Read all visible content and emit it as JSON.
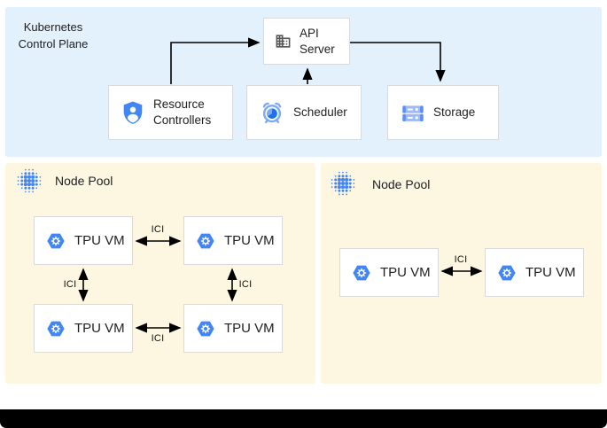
{
  "control_plane": {
    "title": "Kubernetes Control Plane",
    "api_server": {
      "label": "API Server",
      "icon": "building-icon"
    },
    "resource_controllers": {
      "label": "Resource Controllers",
      "icon": "shield-user-icon"
    },
    "scheduler": {
      "label": "Scheduler",
      "icon": "alarm-clock-icon"
    },
    "storage": {
      "label": "Storage",
      "icon": "storage-disks-icon"
    },
    "edges": [
      {
        "from": "resource_controllers",
        "to": "api_server"
      },
      {
        "from": "scheduler",
        "to": "api_server"
      },
      {
        "from": "api_server",
        "to": "storage"
      }
    ]
  },
  "node_pools": [
    {
      "label": "Node Pool",
      "icon": "dot-cluster-icon",
      "vms": [
        {
          "label": "TPU VM",
          "icon": "hexagon-gear-icon"
        },
        {
          "label": "TPU VM",
          "icon": "hexagon-gear-icon"
        },
        {
          "label": "TPU VM",
          "icon": "hexagon-gear-icon"
        },
        {
          "label": "TPU VM",
          "icon": "hexagon-gear-icon"
        }
      ],
      "links": [
        {
          "label": "ICI",
          "orientation": "horizontal-top"
        },
        {
          "label": "ICI",
          "orientation": "vertical-left"
        },
        {
          "label": "ICI",
          "orientation": "vertical-right"
        },
        {
          "label": "ICI",
          "orientation": "horizontal-bottom"
        }
      ]
    },
    {
      "label": "Node Pool",
      "icon": "dot-cluster-icon",
      "vms": [
        {
          "label": "TPU VM",
          "icon": "hexagon-gear-icon"
        },
        {
          "label": "TPU VM",
          "icon": "hexagon-gear-icon"
        }
      ],
      "links": [
        {
          "label": "ICI",
          "orientation": "horizontal"
        }
      ]
    }
  ],
  "colors": {
    "control_plane_bg": "#e2f1fc",
    "node_pool_bg": "#fdf7e2",
    "box_border": "#d8dadd",
    "accent_blue": "#4285f4",
    "light_blue": "#9db9f8",
    "dark_blue": "#1a73e8",
    "icon_grey": "#545559",
    "arrow_color": "#000000",
    "footer_color": "#000000"
  }
}
